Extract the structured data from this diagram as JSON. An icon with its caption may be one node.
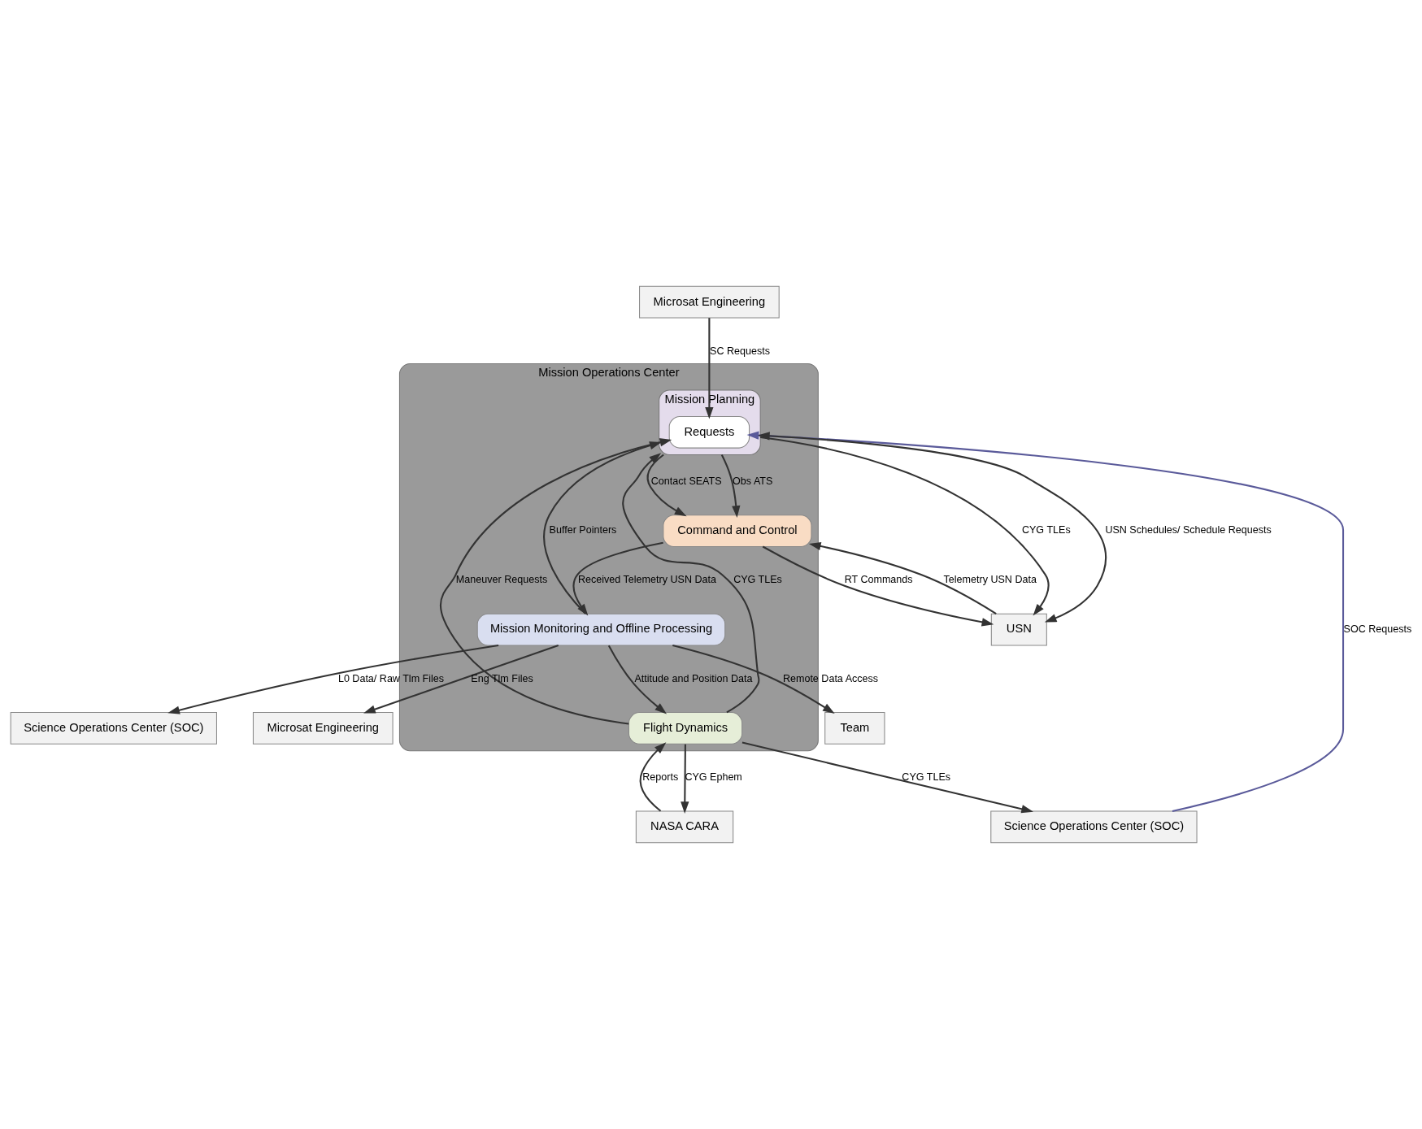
{
  "diagram": {
    "nodes": [
      {
        "text": [
          "Microsat Engineering"
        ]
      },
      {
        "text": [
          "Science Operations Center (SOC)"
        ]
      },
      {
        "text": [
          "Mission Operations Center"
        ]
      },
      {
        "text": [
          "Flight Dynamics"
        ],
        "in": 2
      },
      {
        "text": [
          "NASA CARA"
        ]
      },
      {
        "text": [
          "Mission Planning"
        ],
        "in": 2
      },
      {
        "text": [
          "Requests"
        ],
        "in": 5
      },
      {
        "text": [
          "USN"
        ]
      },
      {
        "text": [
          "Command and Control"
        ],
        "in": 2
      },
      {
        "text": [
          "Mission Monitoring and Offline Processing"
        ],
        "in": 2
      },
      {
        "text": [
          "Team"
        ]
      },
      {
        "text": [
          "Science Operations Center (SOC)"
        ]
      },
      {
        "text": [
          "Microsat Engineering"
        ]
      }
    ],
    "edges": [
      {
        "from": 0,
        "to": 6,
        "arrow": "to",
        "label": "SC Requests"
      },
      {
        "from": 1,
        "to": 6,
        "arrow": "to",
        "label": "SOC Requests",
        "color": "#5a5a9a"
      },
      {
        "from": 3,
        "to": 1,
        "arrow": "to",
        "label": "CYG TLEs"
      },
      {
        "from": 3,
        "to": 6,
        "arrow": "to",
        "label": "Maneuver Requests"
      },
      {
        "from": 3,
        "to": 5,
        "arrow": "to",
        "label": "CYG TLEs"
      },
      {
        "from": 4,
        "to": 3,
        "arrow": "to",
        "label": "Reports"
      },
      {
        "from": 3,
        "to": 4,
        "arrow": "to",
        "label": "CYG Ephem"
      },
      {
        "from": 5,
        "to": 7,
        "arrow": "both",
        "label": "USN Schedules/ Schedule Requests"
      },
      {
        "from": 5,
        "to": 7,
        "arrow": "to",
        "label": "CYG TLEs"
      },
      {
        "from": 5,
        "to": 8,
        "arrow": "to",
        "label": "Obs ATS"
      },
      {
        "from": 5,
        "to": 8,
        "arrow": "to",
        "label": "Contact SEATS"
      },
      {
        "from": 7,
        "to": 8,
        "arrow": "to",
        "label": "Telemetry USN Data"
      },
      {
        "from": 8,
        "to": 7,
        "arrow": "to",
        "label": "RT Commands"
      },
      {
        "from": 8,
        "to": 9,
        "arrow": "to",
        "label": "Received Telemetry USN Data"
      },
      {
        "from": 9,
        "to": 5,
        "arrow": "to",
        "label": "Buffer Pointers"
      },
      {
        "from": 9,
        "to": 3,
        "arrow": "to",
        "label": "Attitude and Position Data"
      },
      {
        "from": 9,
        "to": 10,
        "arrow": "to",
        "label": "Remote Data Access"
      },
      {
        "from": 9,
        "to": 11,
        "arrow": "to",
        "label": "L0 Data/ Raw Tlm Files"
      },
      {
        "from": 9,
        "to": 12,
        "arrow": "to",
        "label": "Eng Tlm Files"
      }
    ]
  }
}
